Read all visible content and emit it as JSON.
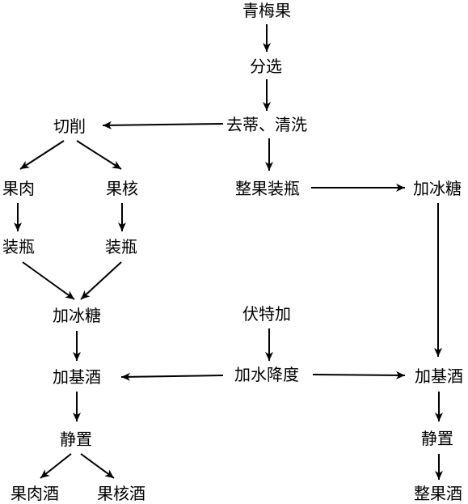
{
  "flowchart": {
    "raw_fruit": "青梅果",
    "sorting": "分选",
    "destem_wash": "去蒂、清洗",
    "cutting": "切削",
    "flesh": "果肉",
    "pit": "果核",
    "whole_bottling": "整果装瓶",
    "add_sugar_right": "加冰糖",
    "flesh_bottling": "装瓶",
    "pit_bottling": "装瓶",
    "add_sugar_left": "加冰糖",
    "vodka": "伏特加",
    "dilute": "加水降度",
    "add_base_left": "加基酒",
    "add_base_right": "加基酒",
    "rest_left": "静置",
    "rest_right": "静置",
    "flesh_wine": "果肉酒",
    "pit_wine": "果核酒",
    "whole_wine": "整果酒"
  }
}
